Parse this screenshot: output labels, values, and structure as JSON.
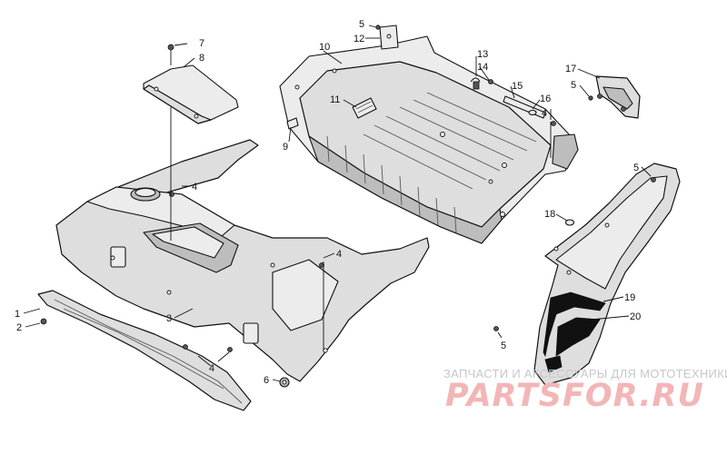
{
  "callouts": [
    {
      "id": "c1",
      "label": "1"
    },
    {
      "id": "c2",
      "label": "2"
    },
    {
      "id": "c3",
      "label": "3"
    },
    {
      "id": "c4a",
      "label": "4"
    },
    {
      "id": "c4b",
      "label": "4"
    },
    {
      "id": "c4c",
      "label": "4"
    },
    {
      "id": "c4d",
      "label": "4"
    },
    {
      "id": "c5a",
      "label": "5"
    },
    {
      "id": "c5b",
      "label": "5"
    },
    {
      "id": "c5c",
      "label": "5"
    },
    {
      "id": "c5d",
      "label": "5"
    },
    {
      "id": "c6",
      "label": "6"
    },
    {
      "id": "c7",
      "label": "7"
    },
    {
      "id": "c8",
      "label": "8"
    },
    {
      "id": "c9",
      "label": "9"
    },
    {
      "id": "c10",
      "label": "10"
    },
    {
      "id": "c11",
      "label": "11"
    },
    {
      "id": "c12",
      "label": "12"
    },
    {
      "id": "c13",
      "label": "13"
    },
    {
      "id": "c14",
      "label": "14"
    },
    {
      "id": "c15",
      "label": "15"
    },
    {
      "id": "c16",
      "label": "16"
    },
    {
      "id": "c17",
      "label": "17"
    },
    {
      "id": "c18",
      "label": "18"
    },
    {
      "id": "c19",
      "label": "19"
    },
    {
      "id": "c20",
      "label": "20"
    }
  ],
  "watermark": {
    "line1": "ЗАПЧАСТИ И АКСЕССУАРЫ ДЛЯ МОТОТЕХНИКИ",
    "line2": "PARTSFOR.RU"
  },
  "colors": {
    "part_fill": "#dedede",
    "outline": "#111111",
    "watermark_main": "#f2b6b6",
    "watermark_sub": "#c7c7c7"
  }
}
